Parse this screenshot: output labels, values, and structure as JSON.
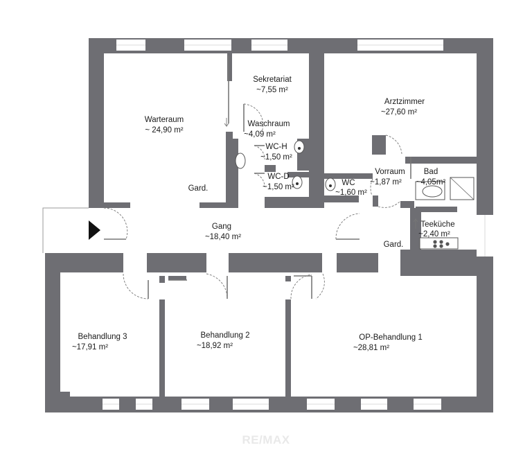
{
  "colors": {
    "wall": "#6e6e73",
    "window": "#ffffff",
    "door": "#777777",
    "fixture": "#555555",
    "text": "#1a1a1a"
  },
  "rooms": [
    {
      "key": "warteraum",
      "name": "Warteraum",
      "area": "~ 24,90 m²"
    },
    {
      "key": "sekretariat",
      "name": "Sekretariat",
      "area": "~7,55 m²"
    },
    {
      "key": "arztzimmer",
      "name": "Arztzimmer",
      "area": "~27,60 m²"
    },
    {
      "key": "waschraum",
      "name": "Waschraum",
      "area": "~4,09 m²"
    },
    {
      "key": "wch",
      "name": "WC-H",
      "area": "~1,50 m²"
    },
    {
      "key": "wcd",
      "name": "WC-D",
      "area": "~1,50 m²"
    },
    {
      "key": "wc",
      "name": "WC",
      "area": "~1,60 m²"
    },
    {
      "key": "vorraum",
      "name": "Vorraum",
      "area": "~1,87 m²"
    },
    {
      "key": "bad",
      "name": "Bad",
      "area": "~4,05m²"
    },
    {
      "key": "gang",
      "name": "Gang",
      "area": "~18,40 m²"
    },
    {
      "key": "teekueche",
      "name": "Teeküche",
      "area": "~2,40 m²"
    },
    {
      "key": "behandlung3",
      "name": "Behandlung 3",
      "area": "~17,91 m²"
    },
    {
      "key": "behandlung2",
      "name": "Behandlung 2",
      "area": "~18,92 m²"
    },
    {
      "key": "opbehandlung1",
      "name": "OP-Behandlung 1",
      "area": "~28,81 m²"
    }
  ],
  "labels": {
    "gard1": "Gard.",
    "gard2": "Gard."
  },
  "watermark": "RE/MAX",
  "icons": {
    "entrance": "entrance-arrow-icon",
    "toilet": "toilet-icon",
    "sink": "sink-icon",
    "shower": "shower-icon",
    "stove": "stove-icon"
  }
}
